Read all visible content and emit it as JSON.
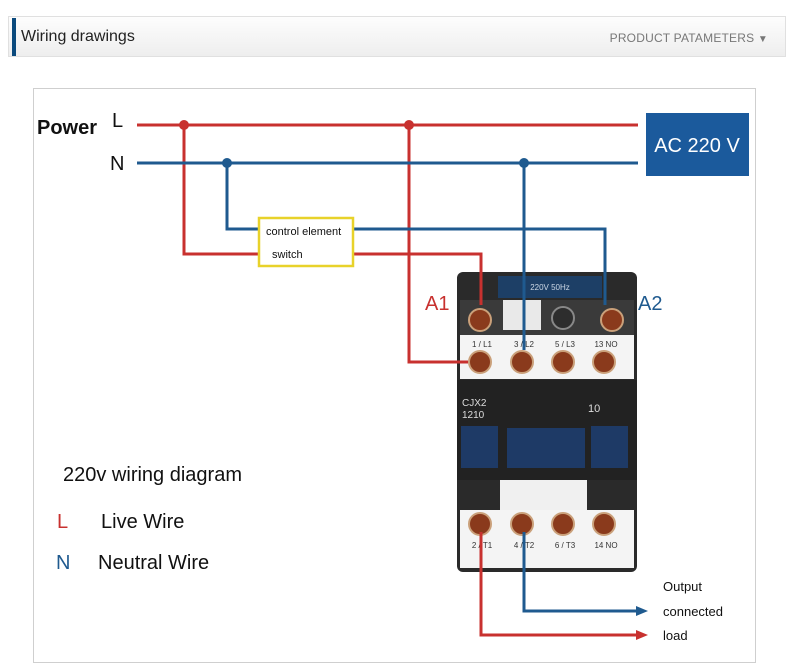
{
  "header": {
    "title": "Wiring drawings",
    "right_link": "PRODUCT PATAMETERS",
    "arrow_icon": "triangle-down-icon"
  },
  "diagram": {
    "power_label": "Power",
    "line_L": "L",
    "line_N": "N",
    "supply_label": "AC 220 V",
    "control_element_label": "control element",
    "switch_label": "switch",
    "coil_a1": "A1",
    "coil_a2": "A2",
    "contactor": {
      "top_terminals": [
        "1 / L1",
        "3 / L2",
        "5 / L3",
        "13 NO"
      ],
      "bottom_terminals": [
        "2 / T1",
        "4 / T2",
        "6 / T3",
        "14 NO"
      ],
      "model": "CJX2",
      "model_number": "1210",
      "contact_code": "10",
      "coil_rating": "220V 50Hz"
    },
    "output_lines": [
      "Output",
      "connected",
      "load"
    ],
    "legend_title": "220v wiring diagram",
    "legend": [
      {
        "symbol": "L",
        "label": "Live Wire",
        "color": "#c8312f"
      },
      {
        "symbol": "N",
        "label": "Neutral Wire",
        "color": "#1f5a8f"
      }
    ]
  },
  "colors": {
    "live": "#c8312f",
    "neutral": "#1f5a8f",
    "supply_box": "#1b5a9c",
    "switch_border": "#e8d22a",
    "accent": "#0b4a7d"
  }
}
